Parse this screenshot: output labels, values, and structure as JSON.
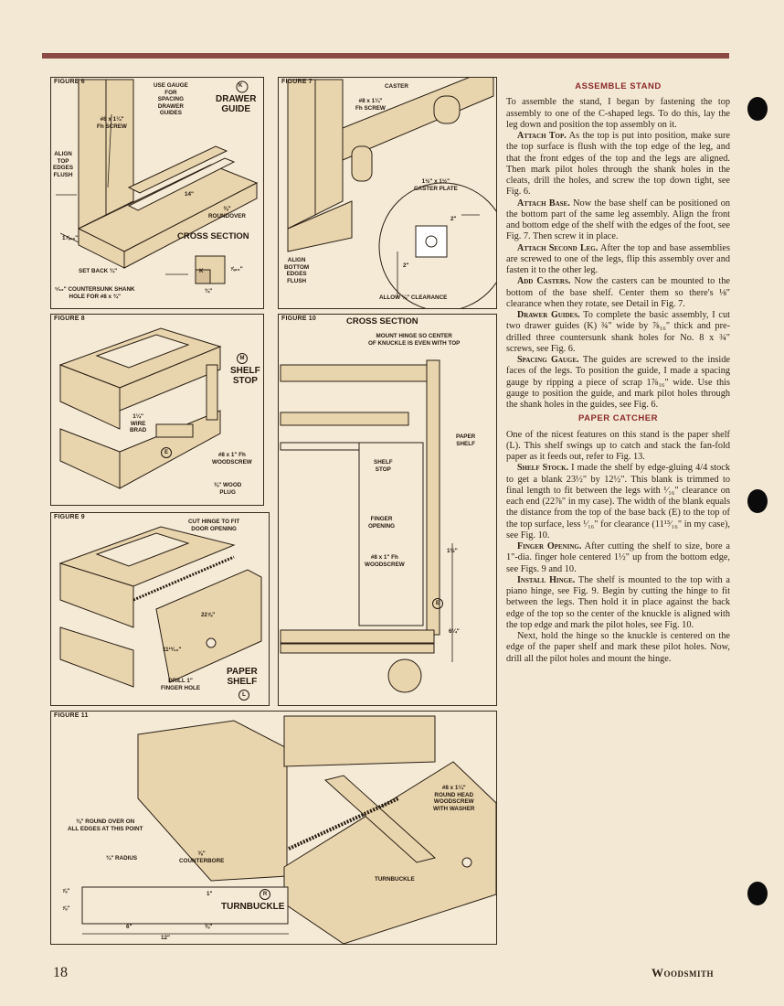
{
  "page": {
    "number": "18",
    "magazine": "Woodsmith"
  },
  "figures": {
    "fig6": {
      "title": "FIGURE 6",
      "gauge_label": "USE GAUGE\nFOR\nSPACING\nDRAWER\nGUIDES",
      "part_letter": "K",
      "part_name": "DRAWER\nGUIDE",
      "screw": "#8 x 1¼\"\nFh SCREW",
      "align": "ALIGN\nTOP\nEDGES\nFLUSH",
      "dim_14": "14\"",
      "roundover": "⅜\"\nROUNDOVER",
      "dim_1716": "1⅞₁₆\"",
      "cross_section": "CROSS SECTION",
      "setback": "SET BACK ¾\"",
      "cs_letter": "K",
      "cs_716": "⅞₁₆\"",
      "cs_34": "¾\"",
      "countersunk": "⁵⁄₃₂\" COUNTERSUNK SHANK\nHOLE FOR #8 x ¾\""
    },
    "fig7": {
      "title": "FIGURE 7",
      "caster": "CASTER",
      "screw": "#8 x 1¼\"\nFh SCREW",
      "plate": "1½\" x 1½\"\nCASTER PLATE",
      "dim_2a": "2\"",
      "dim_2b": "2\"",
      "align": "ALIGN\nBOTTOM\nEDGES\nFLUSH",
      "allow": "ALLOW ⅛\" CLEARANCE"
    },
    "fig8": {
      "title": "FIGURE 8",
      "part_letter": "M",
      "part_name": "SHELF\nSTOP",
      "brad": "1¼\"\nWIRE\nBRAD",
      "e_letter": "E",
      "woodscrew": "#8 x 1\" Fh\nWOODSCREW",
      "plug": "⅜\" WOOD\nPLUG"
    },
    "fig9": {
      "title": "FIGURE 9",
      "cut": "CUT HINGE TO FIT\nDOOR OPENING",
      "dim_22": "22⅞\"",
      "dim_11": "11¹³⁄₁₆\"",
      "drill": "DRILL 1\"\nFINGER HOLE",
      "part_name": "PAPER\nSHELF",
      "part_letter": "L"
    },
    "fig10": {
      "title": "FIGURE 10",
      "cross_section": "CROSS SECTION",
      "hinge": "MOUNT HINGE SO CENTER\nOF KNUCKLE IS EVEN WITH TOP",
      "paper": "PAPER\nSHELF",
      "stop": "SHELF\nSTOP",
      "finger": "FINGER\nOPENING",
      "screw": "#8 x 1\" Fh\nWOODSCREW",
      "dim_112": "1½\"",
      "e_letter": "E",
      "dim_614": "6¼\""
    },
    "fig11": {
      "title": "FIGURE 11",
      "screw": "#8 x 1¼\"\nROUND HEAD\nWOODSCREW\nWITH WASHER",
      "roundover": "⅜\" ROUND OVER ON\nALL EDGES AT THIS POINT",
      "radius": "¾\" RADIUS",
      "counterbore": "⅜\"\nCOUNTERBORE",
      "dim_78a": "⅞\"",
      "dim_78b": "⅞\"",
      "dim_1": "1\"",
      "part_letter": "R",
      "part_name": "TURNBUCKLE",
      "dim_6": "6\"",
      "dim_38": "⅜\"",
      "dim_12": "12\"",
      "turnbuckle": "TURNBUCKLE"
    }
  },
  "article": {
    "h1": "ASSEMBLE STAND",
    "p1": "To assemble the stand, I began by fastening the top assembly to one of the C-shaped legs. To do this, lay the leg down and position the top assembly on it.",
    "s_attach_top": "Attach Top.",
    "p2": " As the top is put into position, make sure the top surface is flush with the top edge of the leg, and that the front edges of the top and the legs are aligned. Then mark pilot holes through the shank holes in the cleats, drill the holes, and screw the top down tight, see Fig. 6.",
    "s_attach_base": "Attach Base.",
    "p3": " Now the base shelf can be positioned on the bottom part of the same leg assembly. Align the front and bottom edge of the shelf with the edges of the foot, see Fig. 7. Then screw it in place.",
    "s_attach_leg": "Attach Second Leg.",
    "p4": " After the top and base assemblies are screwed to one of the legs, flip this assembly over and fasten it to the other leg.",
    "s_casters": "Add Casters.",
    "p5": " Now the casters can be mounted to the bottom of the base shelf. Center them so there's ⅛\" clearance when they rotate, see Detail in Fig. 7.",
    "s_guides": "Drawer Guides.",
    "p6": " To complete the basic assembly, I cut two drawer guides (K) ¾\" wide by ⅞₁₆\" thick and pre-drilled three countersunk shank holes for No. 8 x ¾\" screws, see Fig. 6.",
    "s_gauge": "Spacing Gauge.",
    "p7": " The guides are screwed to the inside faces of the legs. To position the guide, I made a spacing gauge by ripping a piece of scrap 1⅞₁₆\" wide. Use this gauge to position the guide, and mark pilot holes through the shank holes in the guides, see Fig. 6.",
    "h2": "PAPER CATCHER",
    "p8": "One of the nicest features on this stand is the paper shelf (L). This shelf swings up to catch and stack the fan-fold paper as it feeds out, refer to Fig. 13.",
    "s_stock": "Shelf Stock.",
    "p9": " I made the shelf by edge-gluing 4/4 stock to get a blank 23½\" by 12½\". This blank is trimmed to final length to fit between the legs with ¹⁄₁₆\" clearance on each end (22⅞\" in my case). The width of the blank equals the distance from the top of the base back (E) to the top of the top surface, less ¹⁄₁₆\" for clearance (11¹³⁄₁₆\" in my case), see Fig. 10.",
    "s_finger": "Finger Opening.",
    "p10": " After cutting the shelf to size, bore a 1\"-dia. finger hole centered 1½\" up from the bottom edge, see Figs. 9 and 10.",
    "s_hinge": "Install Hinge.",
    "p11": " The shelf is mounted to the top with a piano hinge, see Fig. 9. Begin by cutting the hinge to fit between the legs. Then hold it in place against the back edge of the top so the center of the knuckle is aligned with the top edge and mark the pilot holes, see Fig. 10.",
    "p12": "Next, hold the hinge so the knuckle is centered on the edge of the paper shelf and mark these pilot holes. Now, drill all the pilot holes and mount the hinge."
  }
}
